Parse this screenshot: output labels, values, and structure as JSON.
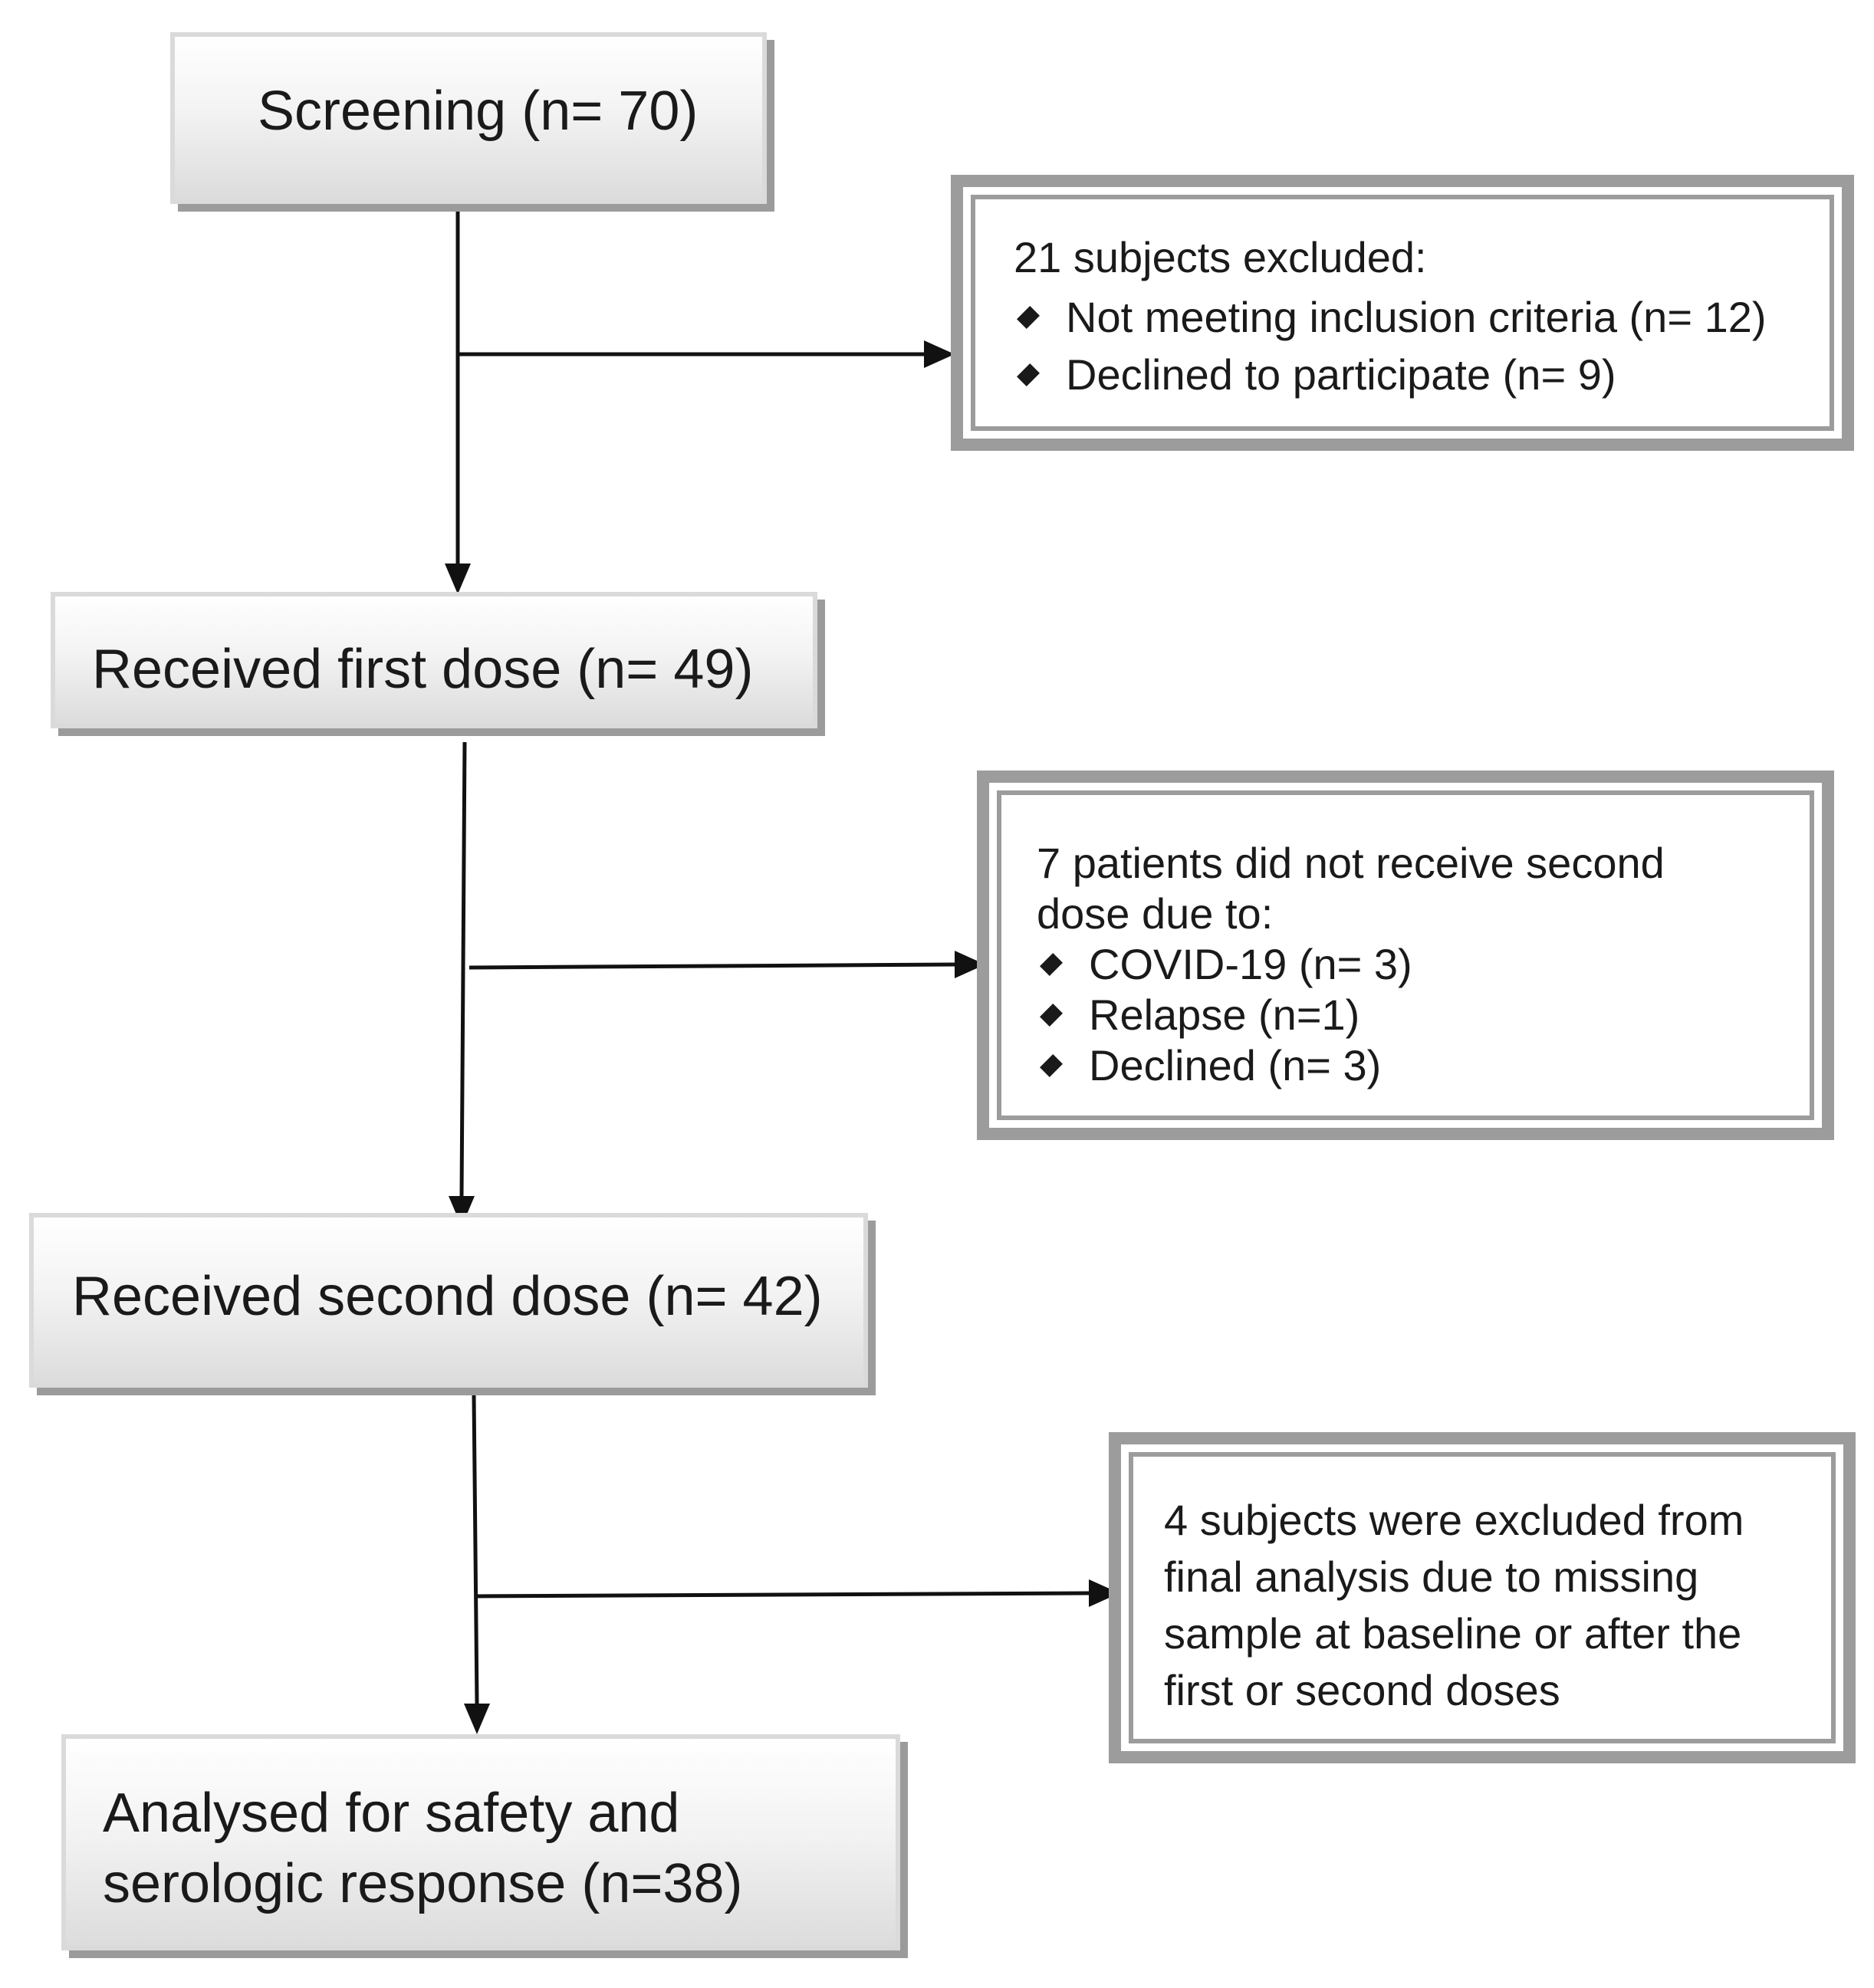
{
  "stages": {
    "screening": "Screening (n= 70)",
    "first_dose": "Received first dose (n= 49)",
    "second_dose": "Received second dose (n= 42)",
    "analysed_line1": "Analysed for safety and",
    "analysed_line2": "serologic response (n=38)"
  },
  "exclusion1": {
    "title": "21 subjects excluded:",
    "items": [
      "Not meeting inclusion criteria (n= 12)",
      "Declined to participate (n= 9)"
    ]
  },
  "exclusion2": {
    "title_line1": "7 patients did not receive second",
    "title_line2": "dose due to:",
    "items": [
      "COVID-19 (n= 3)",
      "Relapse (n=1)",
      "Declined (n= 3)"
    ]
  },
  "exclusion3": {
    "lines": [
      "4 subjects were excluded from",
      "final analysis due to missing",
      "sample at baseline or after the",
      "first or second doses"
    ]
  }
}
